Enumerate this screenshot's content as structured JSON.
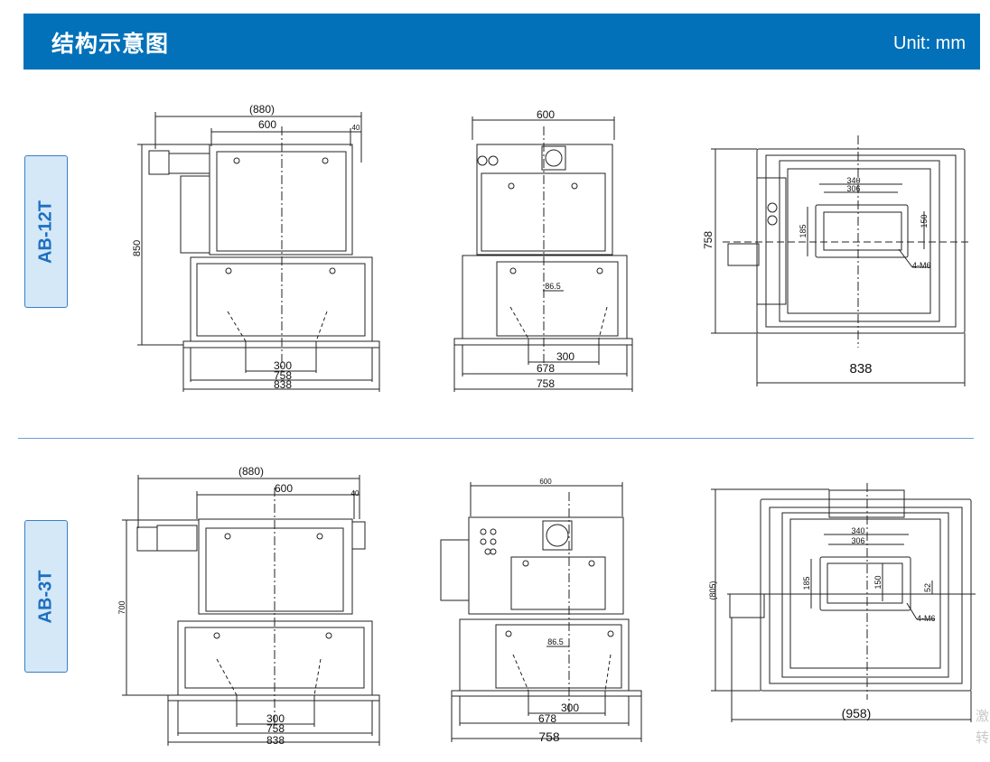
{
  "header": {
    "title": "结构示意图",
    "unit": "Unit: mm",
    "color": "#0271b9"
  },
  "models": [
    {
      "name": "AB-12T",
      "front": {
        "overall_width": "(880)",
        "width": "600",
        "offset": "40",
        "height": "850",
        "center": "300",
        "inner": "758",
        "base": "838"
      },
      "side": {
        "width": "600",
        "offset": "86.5",
        "center": "300",
        "inner": "678",
        "base": "758"
      },
      "top": {
        "depth": "758",
        "width": "838",
        "flange_outer": "340",
        "flange_inner": "306",
        "flange_height": "185",
        "opening_height": "150",
        "holes": "4-M6"
      }
    },
    {
      "name": "AB-3T",
      "front": {
        "overall_width": "(880)",
        "width": "600",
        "offset": "40",
        "height": "700",
        "center": "300",
        "inner": "758",
        "base": "838"
      },
      "side": {
        "width": "600",
        "offset": "86.5",
        "center": "300",
        "inner": "678",
        "base": "758"
      },
      "top": {
        "depth": "(805)",
        "width": "(958)",
        "flange_outer": "340",
        "flange_inner": "306",
        "flange_height": "185",
        "opening_height": "150",
        "center_offset": "52",
        "holes": "4-M6"
      }
    }
  ],
  "watermark": [
    "激",
    "转"
  ]
}
